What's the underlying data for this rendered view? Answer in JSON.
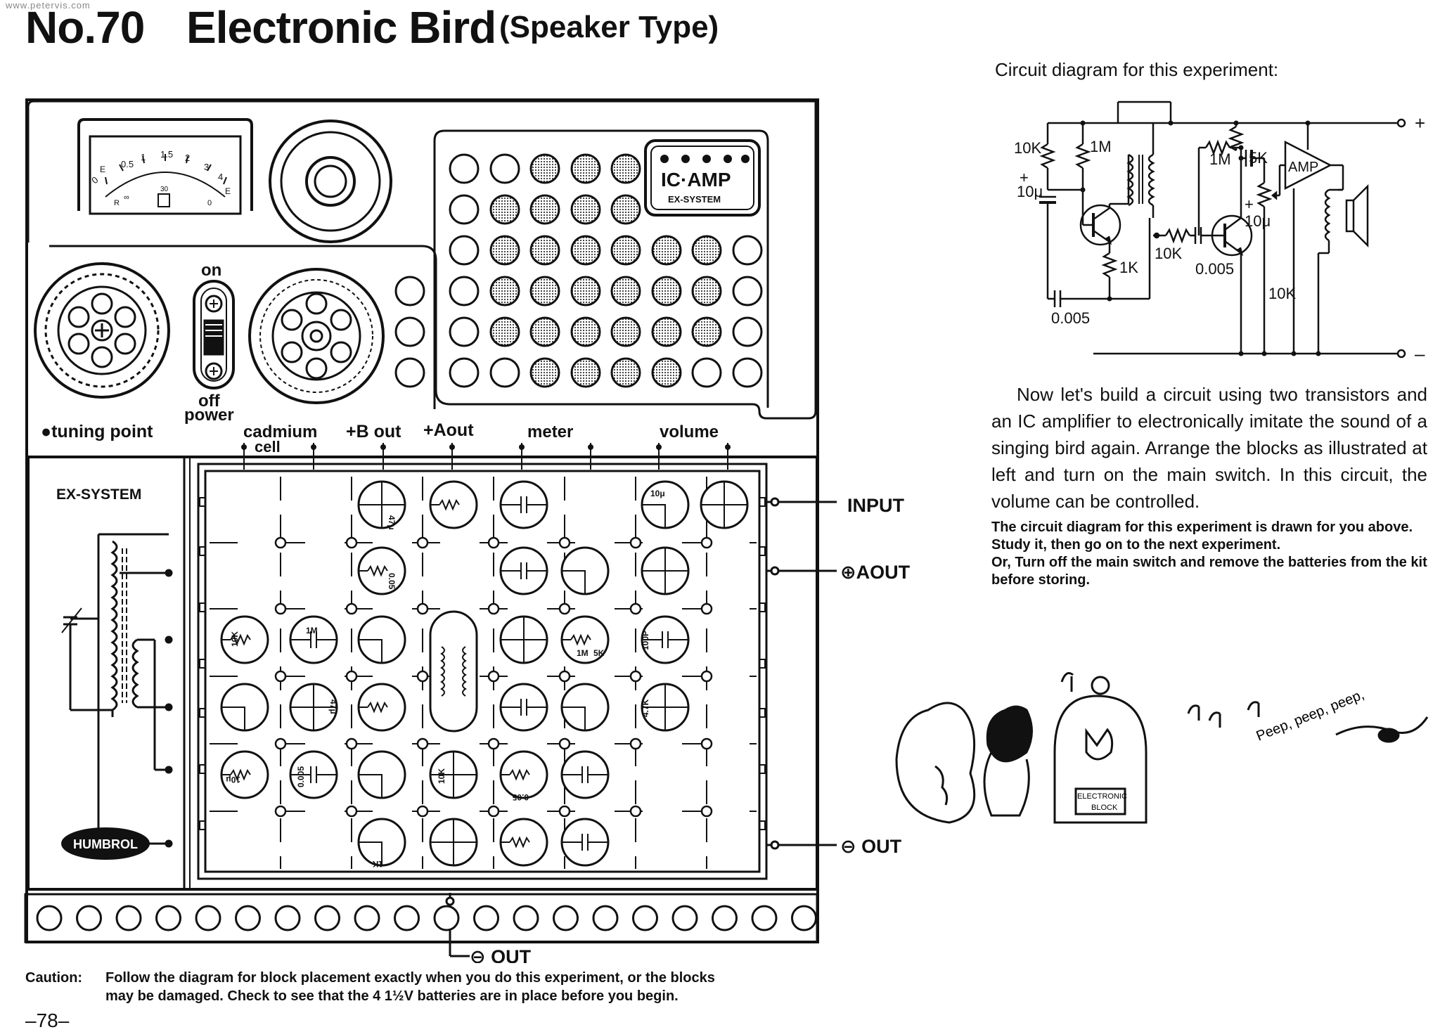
{
  "watermark": "www.petervis.com",
  "title": {
    "number": "No.70",
    "name": "Electronic Bird",
    "subtitle": "(Speaker Type)"
  },
  "kit": {
    "meter_scale": [
      "0",
      "0.5",
      "1",
      "1.5",
      "2",
      "3",
      "4"
    ],
    "meter_letters": [
      "E",
      "R",
      "∞",
      "30",
      "0",
      "E"
    ],
    "ic_amp_label": "IC·AMP",
    "ex_system_small": "EX-SYSTEM",
    "switch_on": "on",
    "switch_off": "off",
    "power": "power",
    "tuning_point": "●tuning point",
    "terminal_labels": {
      "cadmium": "cadmium",
      "cell": "cell",
      "b_out": "+B out",
      "a_out": "+Aout",
      "meter": "meter",
      "volume": "volume"
    },
    "ex_system": "EX-SYSTEM",
    "brand": "HUMBROL",
    "input": "INPUT",
    "plus_aout": "⊕AOUT",
    "minus_out_right": "⊖ OUT",
    "minus_out_bottom": "⊖ OUT",
    "block_values": {
      "v10u_a": "10μ",
      "v47u_a": "47μ",
      "v005_a": "0.05",
      "v10k_a": "10K",
      "v1m_a": "1M",
      "v1m_b": "1M",
      "v5k": "5K",
      "v100p": "100P",
      "v47u_b": "47μ",
      "v47k": "4.7K",
      "v10u_b": "10μ",
      "v0005": "0.005",
      "v10k_b": "10K",
      "v005_b": "0.05",
      "v1k": "1K"
    }
  },
  "circuit": {
    "caption": "Circuit diagram for this experiment:",
    "labels": {
      "r10k_1": "10K",
      "r1m_1": "1M",
      "c10u_1": "10μ",
      "plus_1": "+",
      "r1k": "1K",
      "c0005_1": "0.005",
      "r1m_2": "1M",
      "r5k": "5K",
      "c10u_2": "10μ",
      "plus_2": "+",
      "r10k_2": "10K",
      "c0005_2": "0.005",
      "amp": "AMP",
      "r10k_vol": "10K",
      "plus_rail": "+",
      "minus_rail": "–"
    }
  },
  "text": {
    "para1": "Now let's build a circuit using two transistors and an IC amplifier to electronically imitate the sound of a singing bird again. Arrange the blocks as illustrated at left and turn on the main switch. In this circuit, the volume can be controlled.",
    "para2_line1": "The circuit diagram for this experiment is drawn for you above. Study it, then go on to the next experiment.",
    "para2_or": "Or,",
    "para2_line2": " Turn off the main switch and remove the batteries from the kit before storing."
  },
  "cartoon": {
    "peep": "Peep, peep, peep,",
    "cage_label_1": "ELECTRONIC",
    "cage_label_2": "BLOCK"
  },
  "caution": {
    "label": "Caution:",
    "line1": "Follow the diagram for block placement exactly when you do this experiment, or the blocks",
    "line2": "may be damaged. Check to see that the 4 1½V batteries are in place before you begin."
  },
  "page_number": "–78–"
}
